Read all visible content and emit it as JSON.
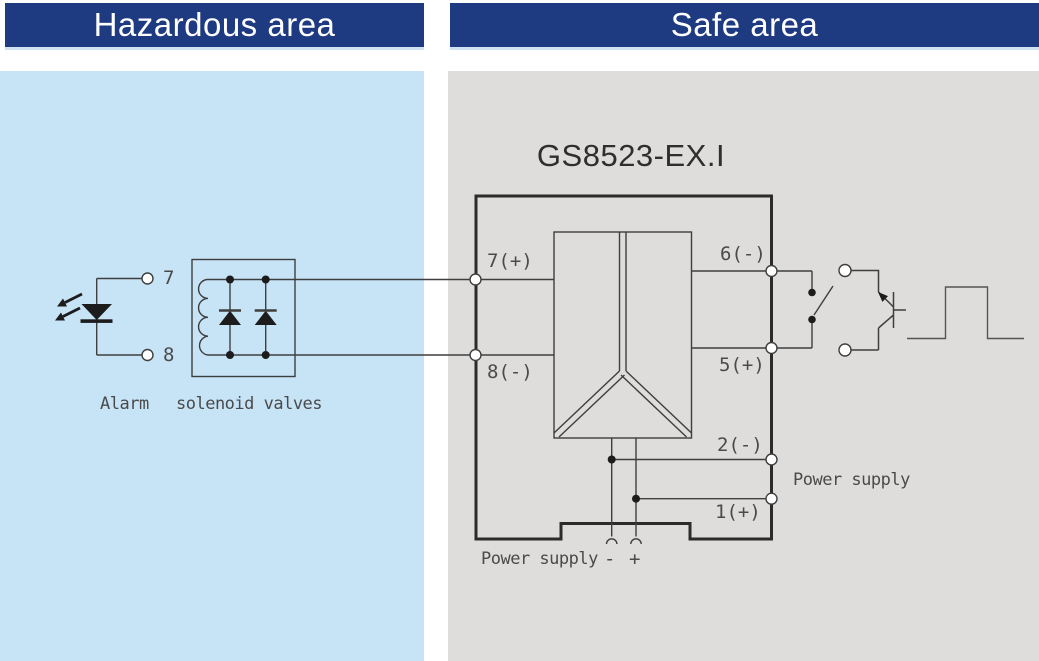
{
  "headers": {
    "hazardous": "Hazardous area",
    "safe": "Safe area"
  },
  "device": {
    "title": "GS8523-EX.I"
  },
  "hazardous_side": {
    "terminal_7": "7",
    "terminal_8": "8",
    "alarm_label": "Alarm",
    "solenoid_label": "solenoid valves"
  },
  "safe_side": {
    "terminal_7_plus": "7(+)",
    "terminal_8_minus": "8(-)",
    "terminal_6_minus": "6(-)",
    "terminal_5_plus": "5(+)",
    "terminal_2_minus": "2(-)",
    "terminal_1_plus": "1(+)",
    "power_supply_right_label": "Power supply",
    "power_supply_bottom_label": "Power supply",
    "bottom_minus_sign": "-",
    "bottom_plus_sign": "+"
  },
  "icons": {
    "led": "led-icon",
    "light_arrows": "light-emission-arrows-icon",
    "solenoid_coil": "solenoid-coil-icon",
    "flyback_diodes": "flyback-diode-icon",
    "isolation_barrier": "isolation-barrier-icon",
    "switch": "switch-contact-icon",
    "transistor": "transistor-icon",
    "pulse_wave": "pulse-wave-icon"
  },
  "colors": {
    "header_bg": "#1e3a80",
    "header_text": "#ffffff",
    "hazardous_panel_bg": "#c7e4f7",
    "safe_panel_bg": "#dedddb",
    "line": "#3e3e3e",
    "device_box_line": "#2b2b2b",
    "label_text": "#4a4a4a"
  }
}
